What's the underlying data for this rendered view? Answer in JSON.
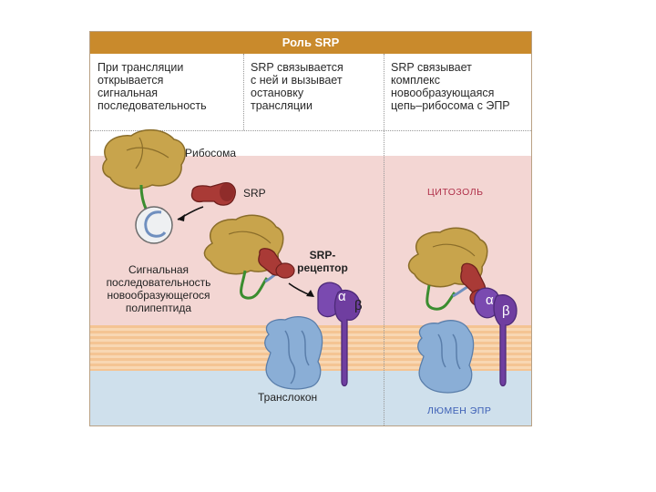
{
  "figure": {
    "title": "Роль SRP",
    "columns": [
      {
        "header": "При трансляции\nоткрывается\nсигнальная\nпоследовательность"
      },
      {
        "header": "SRP связывается\nс ней и вызывает\nостановку\nтрансляции"
      },
      {
        "header": "SRP связывает\nкомплекс\nновообразующаяся\nцепь–рибосома с ЭПР"
      }
    ],
    "labels": {
      "ribosome": "Рибосома",
      "srp": "SRP",
      "signal_sequence": "Сигнальная\nпоследовательность\nновообразующегося\nполипептида",
      "srp_receptor": "SRP-\nрецептор",
      "alpha": "α",
      "beta": "β",
      "translocon": "Транслокон",
      "cytosol": "ЦИТОЗОЛЬ",
      "er_lumen": "ЛЮМЕН ЭПР"
    },
    "colors": {
      "title_bar": "#c98a2c",
      "ribosome": "#c8a44c",
      "srp": "#a93a36",
      "receptor": "#6f3ea0",
      "translocon": "#8aaed6",
      "chain": "#3b8d2f",
      "cytosol_label": "#b0304a",
      "lumen_label": "#3a5db5"
    }
  }
}
